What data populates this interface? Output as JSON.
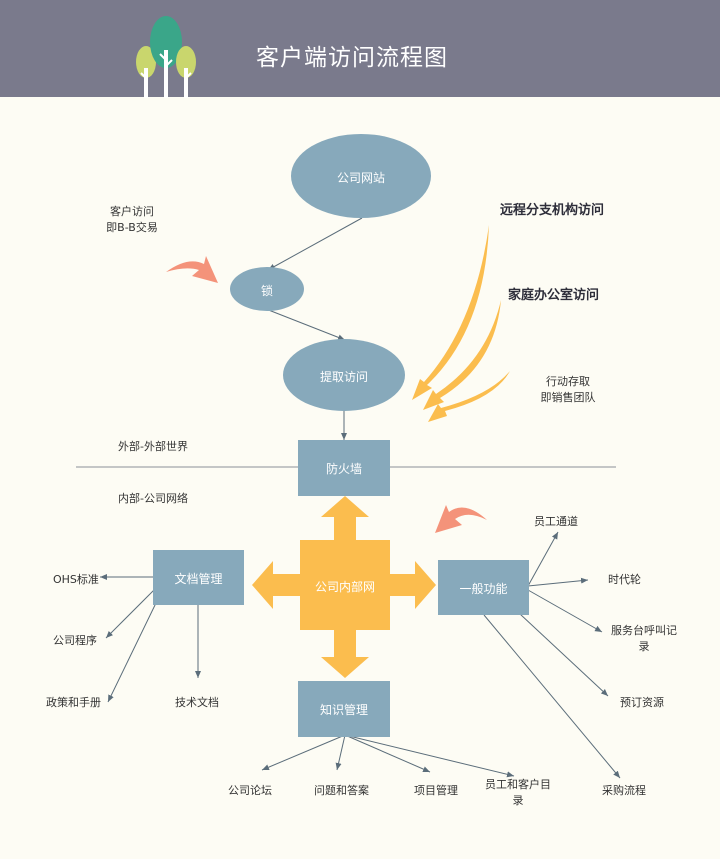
{
  "header": {
    "title": "客户端访问流程图"
  },
  "nodes": {
    "website": "公司网站",
    "lock": "锁",
    "extract": "提取访问",
    "firewall": "防火墙",
    "intranet": "公司内部网",
    "docs": "文档管理",
    "general": "一般功能",
    "knowledge": "知识管理"
  },
  "labels": {
    "customer_line1": "客户访问",
    "customer_line2": "即B-B交易",
    "remote": "远程分支机构访问",
    "home": "家庭办公室访问",
    "mobile_line1": "行动存取",
    "mobile_line2": "即销售团队",
    "external": "外部-外部世界",
    "internal": "内部-公司网络"
  },
  "docs_children": [
    "OHS标准",
    "公司程序",
    "政策和手册",
    "技术文档"
  ],
  "general_children": [
    "员工通道",
    "时代轮",
    "服务台呼叫记",
    "录",
    "预订资源",
    "采购流程"
  ],
  "knowledge_children": [
    "公司论坛",
    "问题和答案",
    "项目管理",
    "员工和客户目",
    "录"
  ],
  "colors": {
    "header": "#7a7a8c",
    "node_blue": "#87a9bb",
    "node_orange": "#fbbd4e",
    "arrow_salmon": "#f4937a",
    "background": "#fdfcf4"
  }
}
